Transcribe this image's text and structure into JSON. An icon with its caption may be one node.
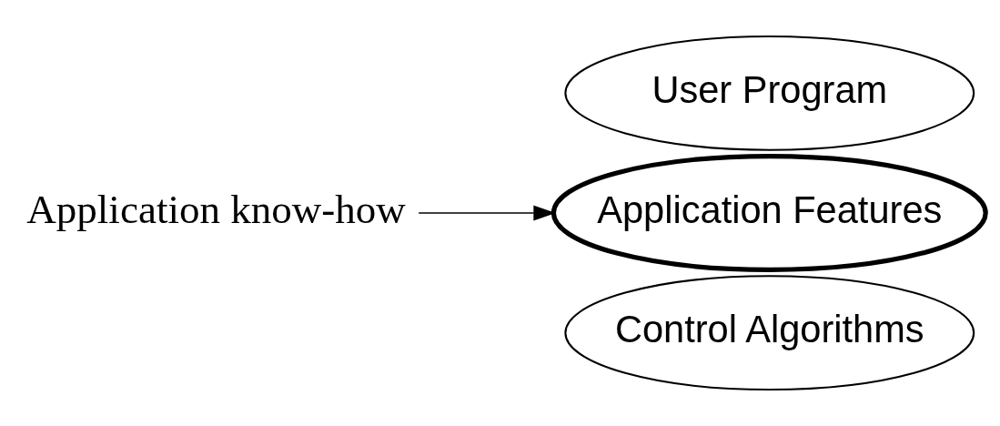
{
  "diagram": {
    "nodes": [
      {
        "text": [
          "Application know-how"
        ]
      },
      {
        "text": [
          "User Program"
        ]
      },
      {
        "text": [
          "Application Features"
        ]
      },
      {
        "text": [
          "Control Algorithms"
        ]
      }
    ],
    "edges": [
      {
        "from": 0,
        "to": 2,
        "arrow": "to"
      }
    ]
  }
}
